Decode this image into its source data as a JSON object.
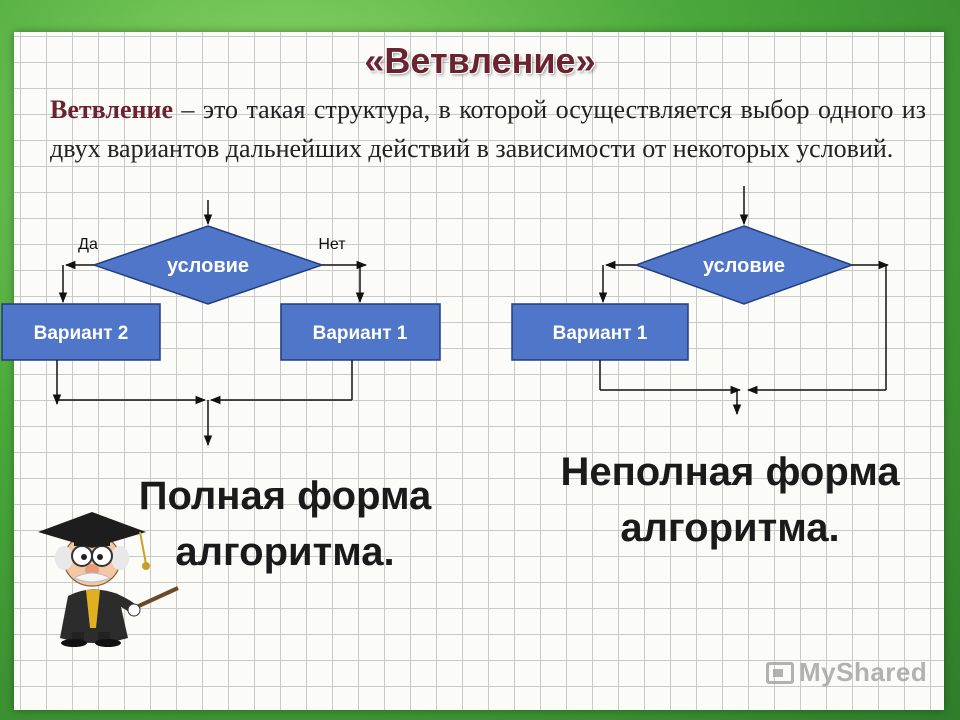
{
  "title": "«Ветвление»",
  "definition": {
    "term": "Ветвление",
    "text": " – это такая структура, в которой осуществляется выбор одного из двух вариантов дальнейших действий в зависимости от некоторых условий."
  },
  "full_form": {
    "condition_label": "условие",
    "yes_label": "Да",
    "no_label": "Нет",
    "variant_left": "Вариант 2",
    "variant_right": "Вариант 1",
    "caption": "Полная форма алгоритма."
  },
  "partial_form": {
    "condition_label": "условие",
    "variant": "Вариант 1",
    "caption": "Неполная форма алгоритма."
  },
  "watermark": "MyShared",
  "colors": {
    "block_fill": "#4f76c8",
    "block_stroke": "#223d80",
    "line": "#111111",
    "title": "#6a2430"
  }
}
